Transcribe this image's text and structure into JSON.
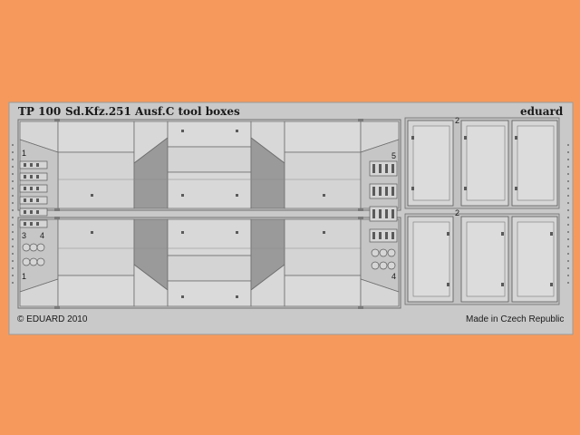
{
  "colors": {
    "background": "#f59a5c",
    "sheet": "#c9c9c9",
    "panel": "#d9d9d9",
    "panel_shade": "#9a9a9a",
    "line": "#6e6e6e",
    "text": "#1a1a1a"
  },
  "header": {
    "code": "TP 100",
    "title": "Sd.Kfz.251 Ausf.C tool boxes",
    "brand": "eduard"
  },
  "footer": {
    "copyright": "© EDUARD 2010",
    "origin": "Made in Czech Republic"
  },
  "part_numbers": {
    "p1_top": "1",
    "p1_bottom": "1",
    "p2_top": "2",
    "p2_bottom": "2",
    "p3": "3",
    "p4_left": "4",
    "p4_right": "4",
    "p5": "5"
  }
}
